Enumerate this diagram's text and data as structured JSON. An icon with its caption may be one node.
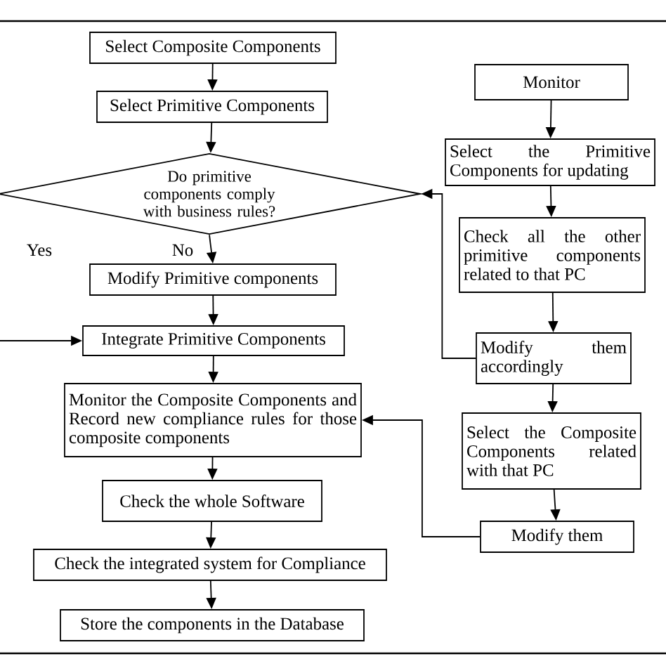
{
  "diagram": {
    "nodes": [
      {
        "text": [
          "Select Composite Components"
        ]
      },
      {
        "text": [
          "Select Primitive Components"
        ]
      },
      {
        "text": [
          "Do primitive components comply with business rules?"
        ]
      },
      {
        "text": [
          "Modify Primitive components"
        ]
      },
      {
        "text": [
          "Integrate Primitive Components"
        ]
      },
      {
        "text": [
          "Monitor the Composite Components and Record new compliance rules for those composite components"
        ]
      },
      {
        "text": [
          "Check the whole Software"
        ]
      },
      {
        "text": [
          "Check the integrated system for Compliance"
        ]
      },
      {
        "text": [
          "Store the components in the Database"
        ]
      },
      {
        "text": [
          "Monitor"
        ]
      },
      {
        "text": [
          "Select the Primitive Components for updating"
        ]
      },
      {
        "text": [
          "Check all the other primitive components related to that PC"
        ]
      },
      {
        "text": [
          "Modify them accordingly"
        ]
      },
      {
        "text": [
          "Select the Composite Components related with that PC"
        ]
      },
      {
        "text": [
          "Modify them"
        ]
      }
    ],
    "edges": [
      {
        "from": 0,
        "to": 1,
        "arrow": "to"
      },
      {
        "from": 1,
        "to": 2,
        "arrow": "to"
      },
      {
        "from": 2,
        "to": 3,
        "arrow": "to",
        "label": "No"
      },
      {
        "from": 2,
        "to": 4,
        "arrow": "to",
        "label": "Yes"
      },
      {
        "from": 3,
        "to": 4,
        "arrow": "to"
      },
      {
        "from": 4,
        "to": 5,
        "arrow": "to"
      },
      {
        "from": 5,
        "to": 6,
        "arrow": "to"
      },
      {
        "from": 6,
        "to": 7,
        "arrow": "to"
      },
      {
        "from": 7,
        "to": 8,
        "arrow": "to"
      },
      {
        "from": 9,
        "to": 10,
        "arrow": "to"
      },
      {
        "from": 10,
        "to": 11,
        "arrow": "to"
      },
      {
        "from": 11,
        "to": 12,
        "arrow": "to"
      },
      {
        "from": 12,
        "to": 13,
        "arrow": "to"
      },
      {
        "from": 12,
        "to": 2,
        "arrow": "to"
      },
      {
        "from": 13,
        "to": 14,
        "arrow": "to"
      },
      {
        "from": 14,
        "to": 5,
        "arrow": "to"
      }
    ]
  }
}
